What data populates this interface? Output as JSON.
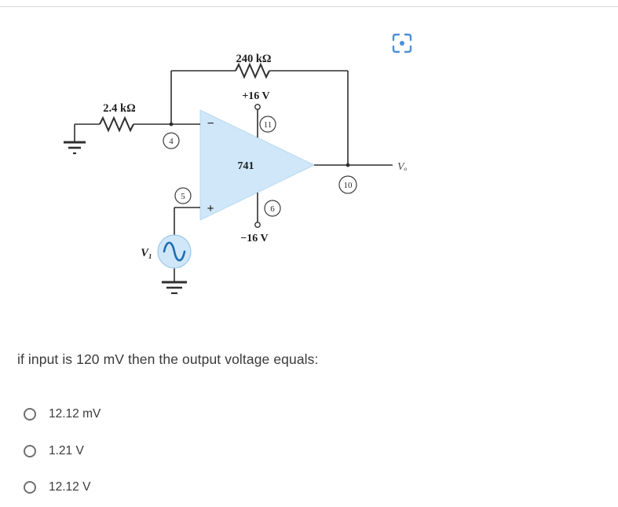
{
  "toolbar": {
    "zoom_icon": "scan-focus-icon"
  },
  "circuit": {
    "feedback_resistor": "240 kΩ",
    "input_resistor": "2.4 kΩ",
    "pos_supply": "+16 V",
    "neg_supply": "−16 V",
    "opamp_label": "741",
    "inverting_sign": "−",
    "noninverting_sign": "+",
    "pin4": "4",
    "pin5": "5",
    "pin6": "6",
    "pin10": "10",
    "pin11": "11",
    "input_source_label": "V₁",
    "output_label": "Vₒ"
  },
  "question": {
    "text": "if input is 120 mV then the output voltage equals:"
  },
  "options": [
    {
      "label": "12.12 mV"
    },
    {
      "label": "1.21 V"
    },
    {
      "label": "12.12 V"
    }
  ],
  "colors": {
    "opamp_fill": "#cfe7f8",
    "wire": "#2f2f2f",
    "accent_blue": "#4a90d9",
    "text": "#3a3a3a"
  }
}
